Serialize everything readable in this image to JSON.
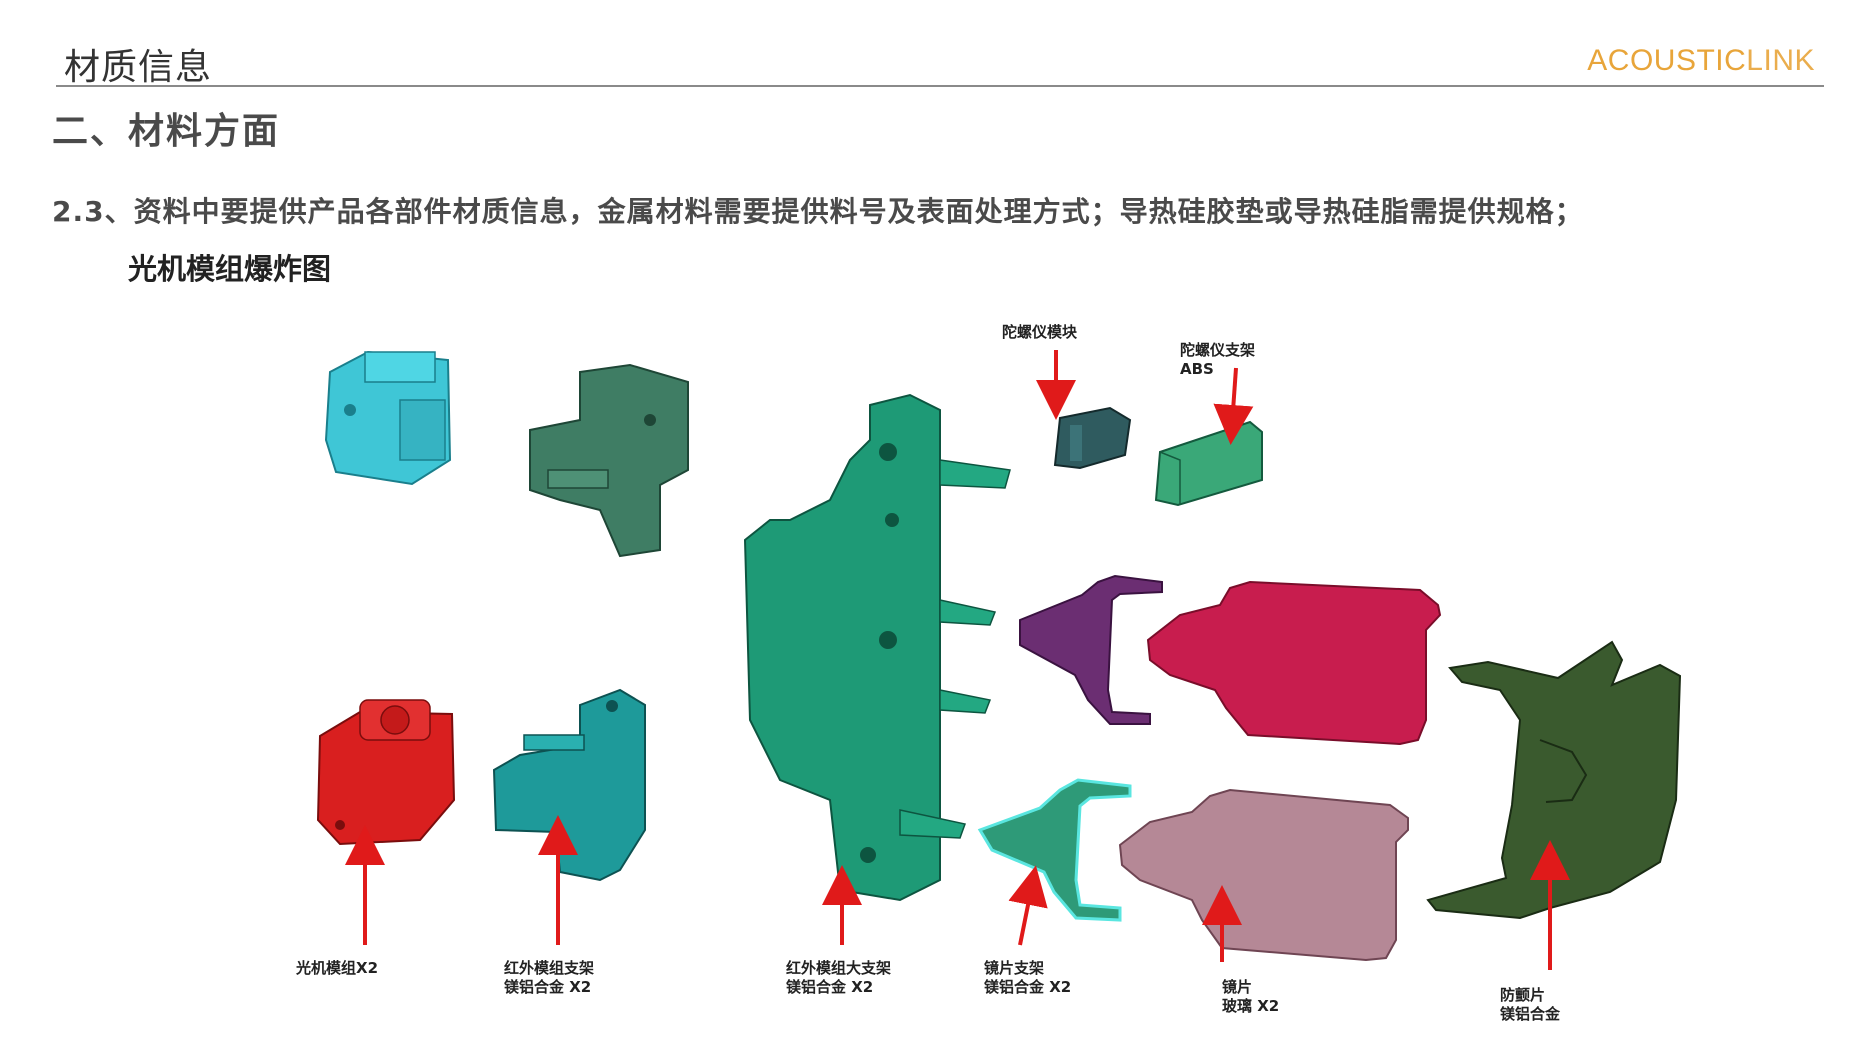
{
  "header": {
    "title": "材质信息",
    "brand_main": "ACOUSTIC",
    "brand_thin": "LINK"
  },
  "section": {
    "title": "二、材料方面",
    "requirement": "2.3、资料中要提供产品各部件材质信息，金属材料需要提供料号及表面处理方式；导热硅胶垫或导热硅脂需提供规格；"
  },
  "diagram": {
    "title": "光机模组爆炸图",
    "labels": {
      "optical_module": "光机模组X2",
      "ir_bracket_1": "红外模组支架",
      "ir_bracket_2": "镁铝合金 X2",
      "ir_big_bracket_1": "红外模组大支架",
      "ir_big_bracket_2": "镁铝合金 X2",
      "lens_bracket_1": "镜片支架",
      "lens_bracket_2": "镁铝合金 X2",
      "lens_1": "镜片",
      "lens_2": "玻璃 X2",
      "shake_plate_1": "防颤片",
      "shake_plate_2": "镁铝合金",
      "gyro_module": "陀螺仪模块",
      "gyro_bracket_1": "陀螺仪支架",
      "gyro_bracket_2": "ABS"
    },
    "colors": {
      "cyan": "#3fc6d6",
      "dark_green": "#3f7d64",
      "red": "#d91f1f",
      "teal": "#1e9a9a",
      "green": "#1e9a76",
      "purple": "#6b2e72",
      "crimson": "#c81d4e",
      "pink": "#b58896",
      "olive": "#3a5a2e",
      "arrow": "#e01a1a"
    }
  }
}
